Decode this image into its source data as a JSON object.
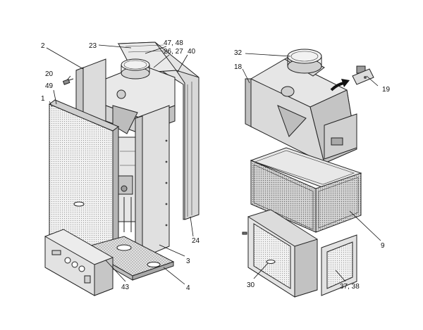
{
  "callouts": {
    "c1": "1",
    "c2": "2",
    "c20": "20",
    "c49": "49",
    "c23": "23",
    "c47_48": "47, 48",
    "c26_27": "26, 27",
    "c40": "40",
    "c24": "24",
    "c3": "3",
    "c4": "4",
    "c43": "43",
    "c32": "32",
    "c18": "18",
    "c19": "19",
    "c9": "9",
    "c30": "30",
    "c37_38": "37, 38"
  },
  "colors": {
    "line": "#222222",
    "panel_light": "#e6e6e6",
    "panel_mid": "#d2d2d2",
    "panel_dark": "#b9b9b9",
    "background": "#ffffff"
  }
}
